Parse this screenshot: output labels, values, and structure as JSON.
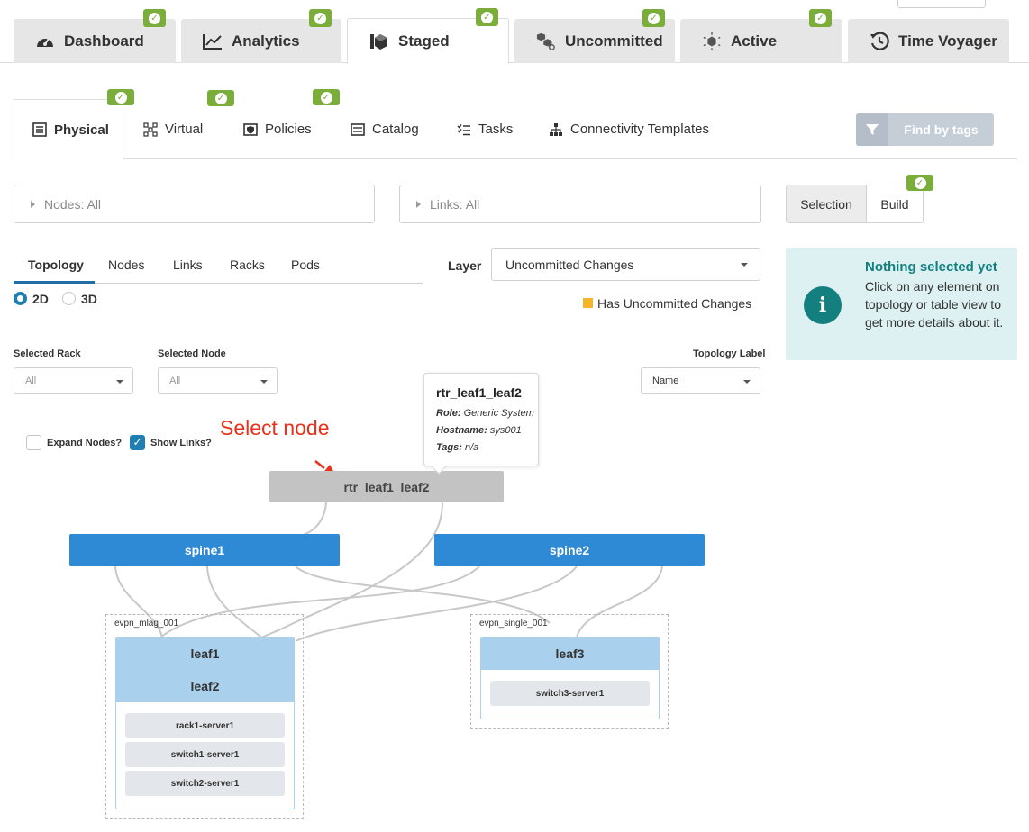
{
  "top_tabs": [
    {
      "label": "Dashboard",
      "icon": "dashboard-gauge-icon",
      "badge": true
    },
    {
      "label": "Analytics",
      "icon": "analytics-chart-icon",
      "badge": true
    },
    {
      "label": "Staged",
      "icon": "staged-cube-icon",
      "badge": true,
      "active": true
    },
    {
      "label": "Uncommitted",
      "icon": "uncommitted-cubes-icon",
      "badge": true
    },
    {
      "label": "Active",
      "icon": "active-cube-icon",
      "badge": true
    },
    {
      "label": "Time Voyager",
      "icon": "history-clock-icon",
      "badge": false
    }
  ],
  "sub_tabs": [
    {
      "label": "Physical",
      "icon": "physical-grid-icon",
      "active": true,
      "badge": true
    },
    {
      "label": "Virtual",
      "icon": "virtual-network-icon",
      "badge": true
    },
    {
      "label": "Policies",
      "icon": "policies-shield-icon",
      "badge": true
    },
    {
      "label": "Catalog",
      "icon": "catalog-list-icon"
    },
    {
      "label": "Tasks",
      "icon": "tasks-checklist-icon"
    },
    {
      "label": "Connectivity Templates",
      "icon": "connectivity-tree-icon"
    }
  ],
  "find_by_tags": "Find by tags",
  "filters": {
    "nodes": "Nodes: All",
    "links": "Links: All"
  },
  "panel_toggle": {
    "selection": "Selection",
    "build": "Build"
  },
  "info": {
    "title": "Nothing selected yet",
    "text": "Click on any element on topology or table view to get more details about it.",
    "icon": "info-icon"
  },
  "view_tabs": [
    "Topology",
    "Nodes",
    "Links",
    "Racks",
    "Pods"
  ],
  "view_active": "Topology",
  "dimension": {
    "options": [
      "2D",
      "3D"
    ],
    "selected": "2D"
  },
  "layer": {
    "label": "Layer",
    "value": "Uncommitted Changes"
  },
  "legend": {
    "label": "Has Uncommitted Changes",
    "color": "#f5b52a"
  },
  "selected_rack": {
    "label": "Selected Rack",
    "value": "All"
  },
  "selected_node": {
    "label": "Selected Node",
    "value": "All"
  },
  "topology_label": {
    "label": "Topology Label",
    "value": "Name"
  },
  "checkboxes": {
    "expand_nodes": {
      "label": "Expand Nodes?",
      "checked": false
    },
    "show_links": {
      "label": "Show Links?",
      "checked": true
    }
  },
  "annotation": "Select node",
  "tooltip": {
    "title": "rtr_leaf1_leaf2",
    "role_label": "Role:",
    "role": "Generic System",
    "hostname_label": "Hostname:",
    "hostname": "sys001",
    "tags_label": "Tags:",
    "tags": "n/a"
  },
  "topology": {
    "external_node": "rtr_leaf1_leaf2",
    "spines": [
      "spine1",
      "spine2"
    ],
    "racks": [
      {
        "name": "evpn_mlag_001",
        "leafs": [
          "leaf1",
          "leaf2"
        ],
        "servers": [
          "rack1-server1",
          "switch1-server1",
          "switch2-server1"
        ]
      },
      {
        "name": "evpn_single_001",
        "leafs": [
          "leaf3"
        ],
        "servers": [
          "switch3-server1"
        ]
      }
    ]
  },
  "colors": {
    "accent": "#2f8ad6",
    "badge": "#7aad3a",
    "info_teal": "#13807f",
    "annotation_red": "#e8311a"
  }
}
